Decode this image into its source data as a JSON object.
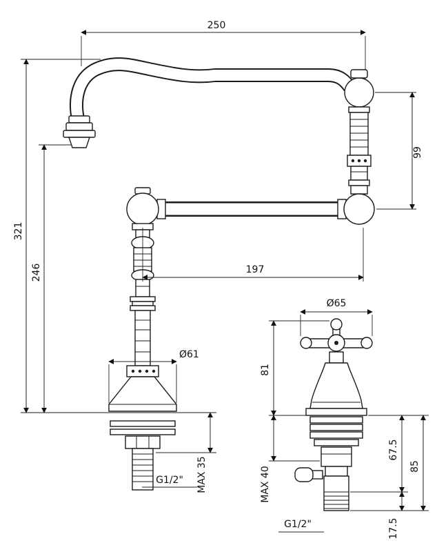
{
  "diagram": {
    "front_view": {
      "spout_reach": "250",
      "arm_drop": "99",
      "total_height": "321",
      "spout_height": "246",
      "arm_length": "197",
      "base_diameter": "Ø61",
      "max_deck_thickness": "MAX 35",
      "thread": "G1/2\""
    },
    "side_view": {
      "handle_diameter": "Ø65",
      "handle_height": "81",
      "max_deck_thickness": "MAX 40",
      "below_deck_67_5": "67.5",
      "below_deck_85": "85",
      "below_deck_17_5": "17.5",
      "thread": "G1/2\""
    }
  }
}
